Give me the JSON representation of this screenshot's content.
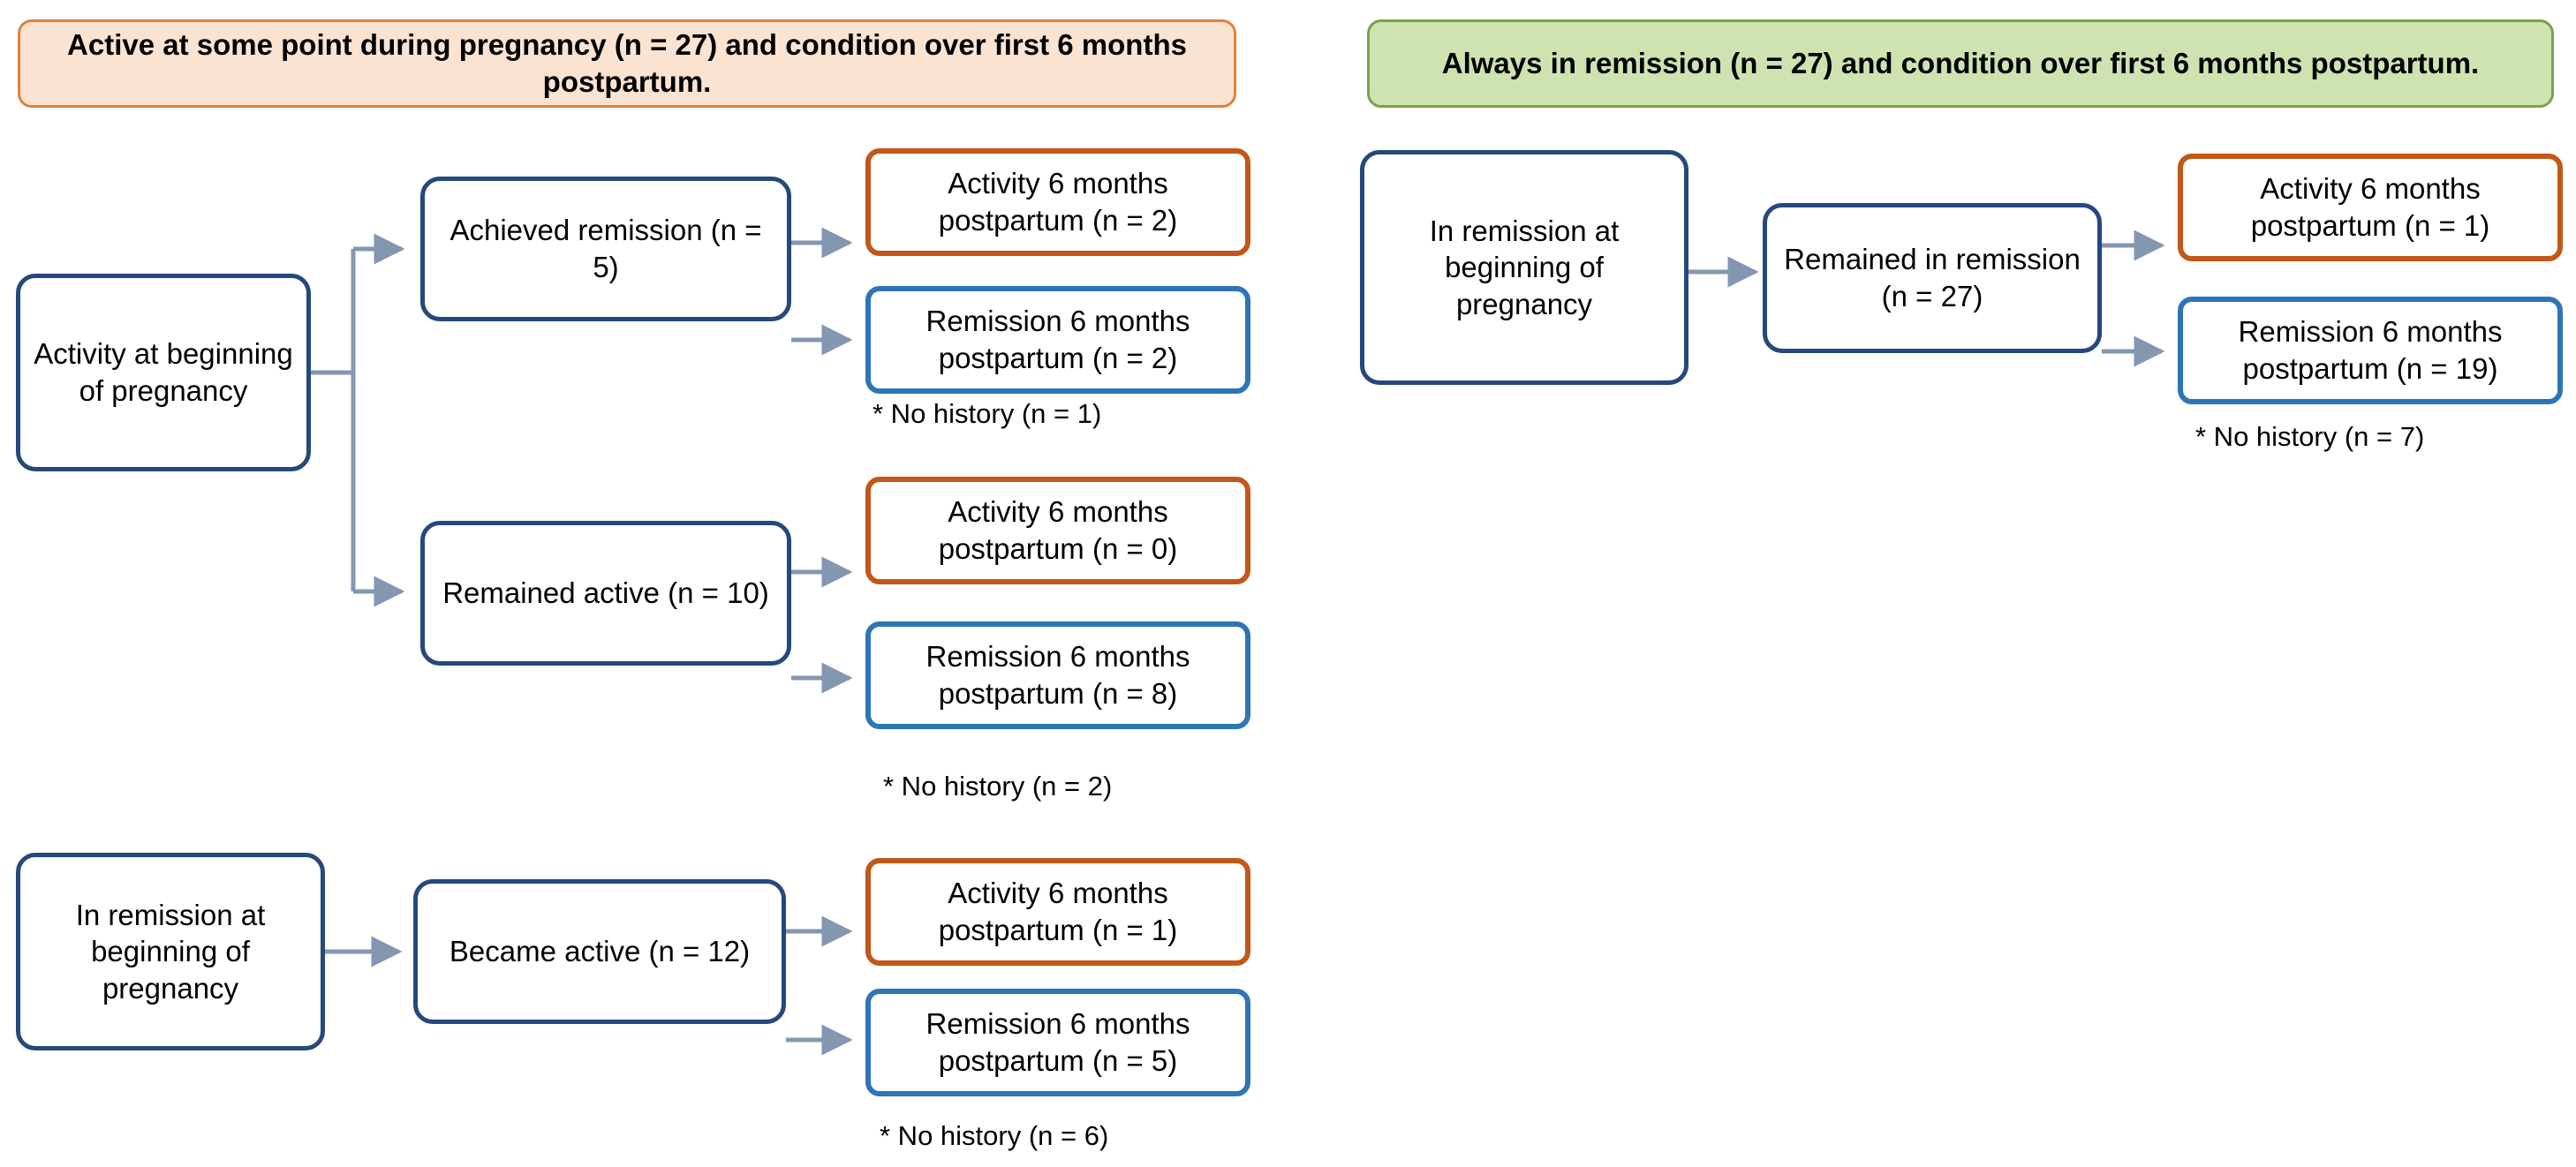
{
  "figure": {
    "type": "flowchart",
    "panels": [
      {
        "id": "panel-active",
        "banner": {
          "text": "Active at some point during pregnancy (n = 27) and condition over first 6 months postpartum.",
          "fill": "#fbe3d2",
          "border": "#e0823c"
        },
        "nodes": {
          "start_active": "Activity at beginning of pregnancy",
          "achieved_remission": "Achieved remission (n = 5)",
          "remained_active": "Remained active (n = 10)",
          "start_remission": "In remission at beginning of pregnancy",
          "became_active": "Became active (n = 12)",
          "out_ar_activity": "Activity 6 months postpartum (n = 2)",
          "out_ar_remission": "Remission 6 months postpartum (n = 2)",
          "out_ra_activity": "Activity 6 months postpartum (n = 0)",
          "out_ra_remission": "Remission 6 months postpartum (n = 8)",
          "out_ba_activity": "Activity 6 months postpartum (n = 1)",
          "out_ba_remission": "Remission 6 months postpartum (n = 5)"
        },
        "footnotes": {
          "achieved_remission": "* No history (n = 1)",
          "remained_active": "* No history (n = 2)",
          "became_active": "* No history (n = 6)"
        }
      },
      {
        "id": "panel-remission",
        "banner": {
          "text": "Always in remission (n = 27) and condition over first 6 months postpartum.",
          "fill": "#cee3b0",
          "border": "#7a9f52"
        },
        "nodes": {
          "start_remission": "In remission at beginning of pregnancy",
          "remained_remission": "Remained in remission (n = 27)",
          "out_activity": "Activity 6 months postpartum (n = 1)",
          "out_remission": "Remission 6 months postpartum (n = 19)"
        },
        "footnotes": {
          "remained_remission": "* No history (n = 7)"
        }
      }
    ],
    "colors": {
      "navy_border": "#25487d",
      "orange_border": "#c2571a",
      "blue_border": "#2e75b6",
      "connector": "#8497b0",
      "banner_orange_fill": "#fbe3d2",
      "banner_orange_border": "#e0823c",
      "banner_green_fill": "#cee3b0",
      "banner_green_border": "#7a9f52",
      "text": "#000000",
      "background": "#ffffff"
    },
    "counts": {
      "active_cohort_n": 27,
      "remission_cohort_n": 27,
      "achieved_remission_n": 5,
      "remained_active_n": 10,
      "became_active_n": 12,
      "remained_in_remission_n": 27,
      "ar_activity_n": 2,
      "ar_remission_n": 2,
      "ar_no_history_n": 1,
      "ra_activity_n": 0,
      "ra_remission_n": 8,
      "ra_no_history_n": 2,
      "ba_activity_n": 1,
      "ba_remission_n": 5,
      "ba_no_history_n": 6,
      "rr_activity_n": 1,
      "rr_remission_n": 19,
      "rr_no_history_n": 7
    }
  }
}
